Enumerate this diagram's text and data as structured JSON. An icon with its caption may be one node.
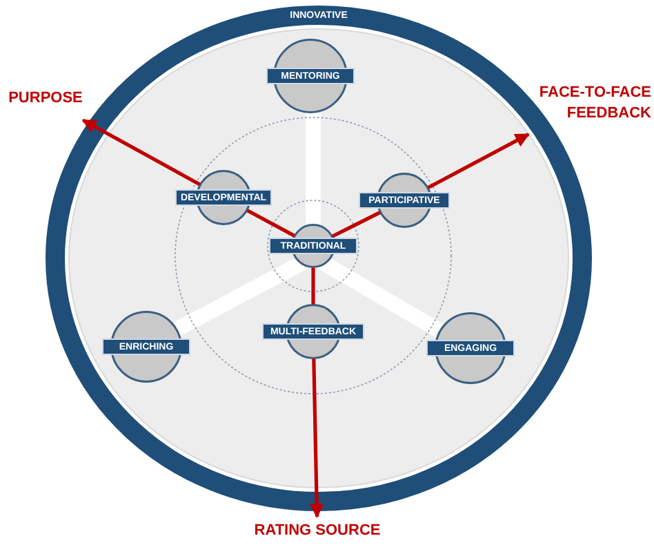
{
  "diagram": {
    "nodes": [
      {
        "text": [
          "INNOVATIVE"
        ]
      },
      {
        "text": [
          "MENTORING"
        ],
        "in": 0
      },
      {
        "text": [
          "DEVELOPMENTAL"
        ],
        "in": 0
      },
      {
        "text": [
          "PARTICIPATIVE"
        ],
        "in": 0
      },
      {
        "text": [
          "TRADITIONAL"
        ],
        "in": 0
      },
      {
        "text": [
          "ENRICHING"
        ],
        "in": 0
      },
      {
        "text": [
          "MULTI-FEEDBACK"
        ],
        "in": 0
      },
      {
        "text": [
          "ENGAGING"
        ],
        "in": 0
      },
      {
        "text": [
          "PURPOSE"
        ]
      },
      {
        "text": [
          "FACE-TO-FACE FEEDBACK"
        ]
      },
      {
        "text": [
          "RATING SOURCE"
        ]
      }
    ],
    "edges": [
      {
        "from": 4,
        "to": 2,
        "arrow": "none"
      },
      {
        "from": 2,
        "to": 8,
        "arrow": "to"
      },
      {
        "from": 4,
        "to": 3,
        "arrow": "none"
      },
      {
        "from": 3,
        "to": 9,
        "arrow": "to"
      },
      {
        "from": 4,
        "to": 6,
        "arrow": "none"
      },
      {
        "from": 6,
        "to": 10,
        "arrow": "to"
      }
    ]
  }
}
